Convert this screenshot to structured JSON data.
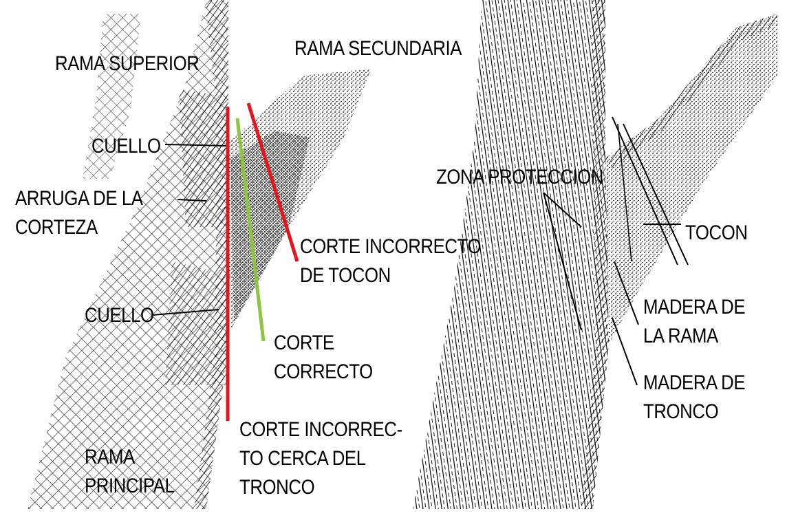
{
  "labels": {
    "rama_superior": "RAMA SUPERIOR",
    "rama_secundaria": "RAMA SECUNDARIA",
    "cuello_top": "CUELLO",
    "arruga": "ARRUGA DE LA\nCORTEZA",
    "cuello_bottom": "CUELLO",
    "corte_incorrecto_tocon": "CORTE INCORRECTO\nDE TOCON",
    "corte_correcto": "CORTE\nCORRECTO",
    "corte_incorrecto_tronco": "CORTE INCORREC-\nTO CERCA DEL\nTRONCO",
    "rama_principal": "RAMA\nPRINCIPAL",
    "zona_proteccion": "ZONA PROTECCION",
    "tocon": "TOCON",
    "madera_rama": "MADERA DE\nLA RAMA",
    "madera_tronco": "MADERA DE\nTRONCO"
  },
  "colors": {
    "incorrect_cut": "#e8141c",
    "correct_cut": "#8cc63e",
    "ink": "#000000"
  }
}
